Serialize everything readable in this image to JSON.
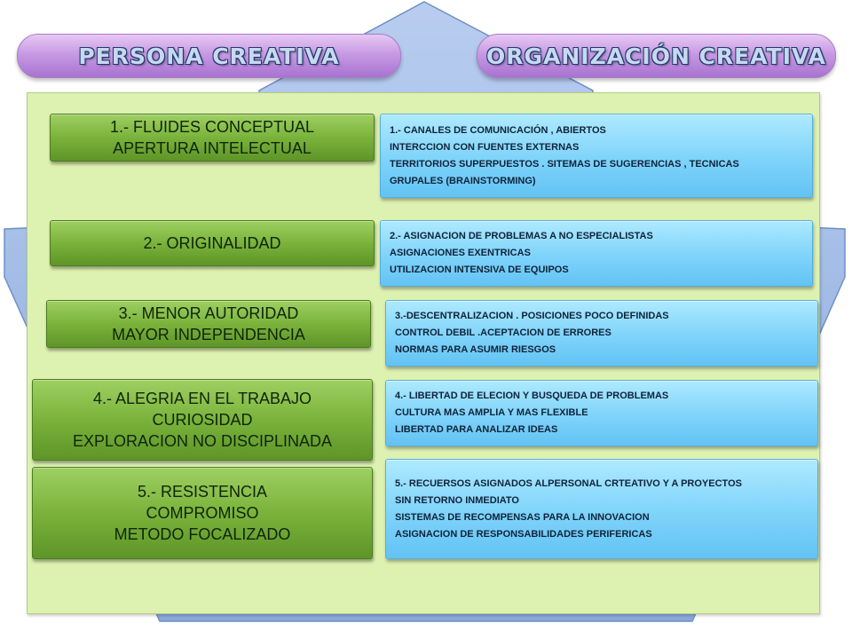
{
  "headers": {
    "left": "PERSONA CREATIVA",
    "right": "ORGANIZACIÓN CREATIVA"
  },
  "colors": {
    "background_shape": "#9fb9e3",
    "panel": "#ddf1b0",
    "green_box": "#7ab33b",
    "blue_box": "#7ed3fa",
    "header_pill": "#c79ae3"
  },
  "rows": [
    {
      "persona": [
        "1.- FLUIDES CONCEPTUAL",
        "APERTURA INTELECTUAL"
      ],
      "organizacion": [
        "1.- CANALES DE COMUNICACIÓN , ABIERTOS",
        "INTERCCION CON FUENTES EXTERNAS",
        "TERRITORIOS SUPERPUESTOS . SITEMAS DE SUGERENCIAS , TECNICAS",
        "GRUPALES (BRAINSTORMING)"
      ]
    },
    {
      "persona": [
        "2.- ORIGINALIDAD"
      ],
      "organizacion": [
        "2.- ASIGNACION DE PROBLEMAS A NO ESPECIALISTAS",
        "ASIGNACIONES EXENTRICAS",
        "UTILIZACION INTENSIVA DE EQUIPOS"
      ]
    },
    {
      "persona": [
        "3.- MENOR AUTORIDAD",
        "MAYOR INDEPENDENCIA"
      ],
      "organizacion": [
        "3.-DESCENTRALIZACION . POSICIONES POCO DEFINIDAS",
        "CONTROL DEBIL .ACEPTACION DE ERRORES",
        "NORMAS PARA ASUMIR RIESGOS"
      ]
    },
    {
      "persona": [
        "4.- ALEGRIA EN EL TRABAJO",
        "CURIOSIDAD",
        "EXPLORACION NO DISCIPLINADA"
      ],
      "organizacion": [
        "4.- LIBERTAD DE ELECION Y BUSQUEDA DE PROBLEMAS",
        "CULTURA MAS AMPLIA Y MAS FLEXIBLE",
        "LIBERTAD PARA ANALIZAR IDEAS"
      ]
    },
    {
      "persona": [
        "5.- RESISTENCIA",
        "COMPROMISO",
        "METODO FOCALIZADO"
      ],
      "organizacion": [
        "5.- RECUERSOS ASIGNADOS ALPERSONAL CRTEATIVO Y A PROYECTOS",
        "SIN RETORNO INMEDIATO",
        "SISTEMAS  DE RECOMPENSAS  PARA LA INNOVACION",
        "ASIGNACION DE RESPONSABILIDADES PERIFERICAS"
      ]
    }
  ]
}
